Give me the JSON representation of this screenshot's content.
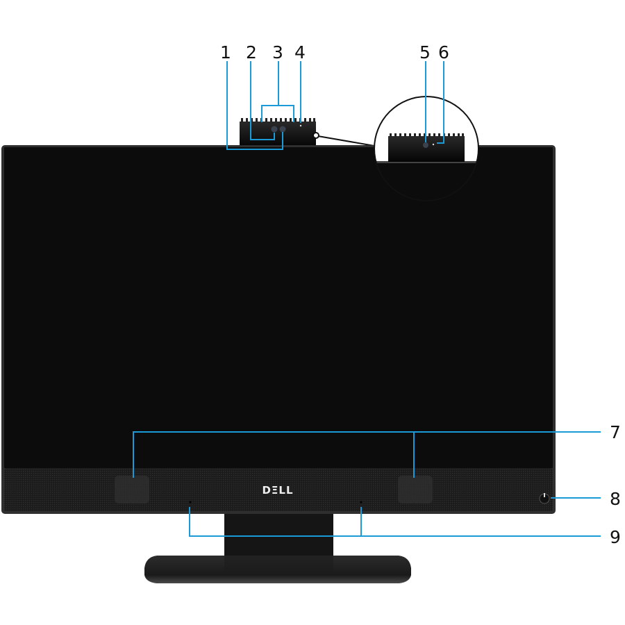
{
  "diagram": {
    "brand_logo": "DELL",
    "callouts": [
      {
        "number": "1"
      },
      {
        "number": "2"
      },
      {
        "number": "3"
      },
      {
        "number": "4"
      },
      {
        "number": "5"
      },
      {
        "number": "6"
      },
      {
        "number": "7"
      },
      {
        "number": "8"
      },
      {
        "number": "9"
      }
    ],
    "colors": {
      "callout_line": "#1a9ad6",
      "body": "#0d0d0d",
      "bezel": "#3a3a3a"
    }
  }
}
